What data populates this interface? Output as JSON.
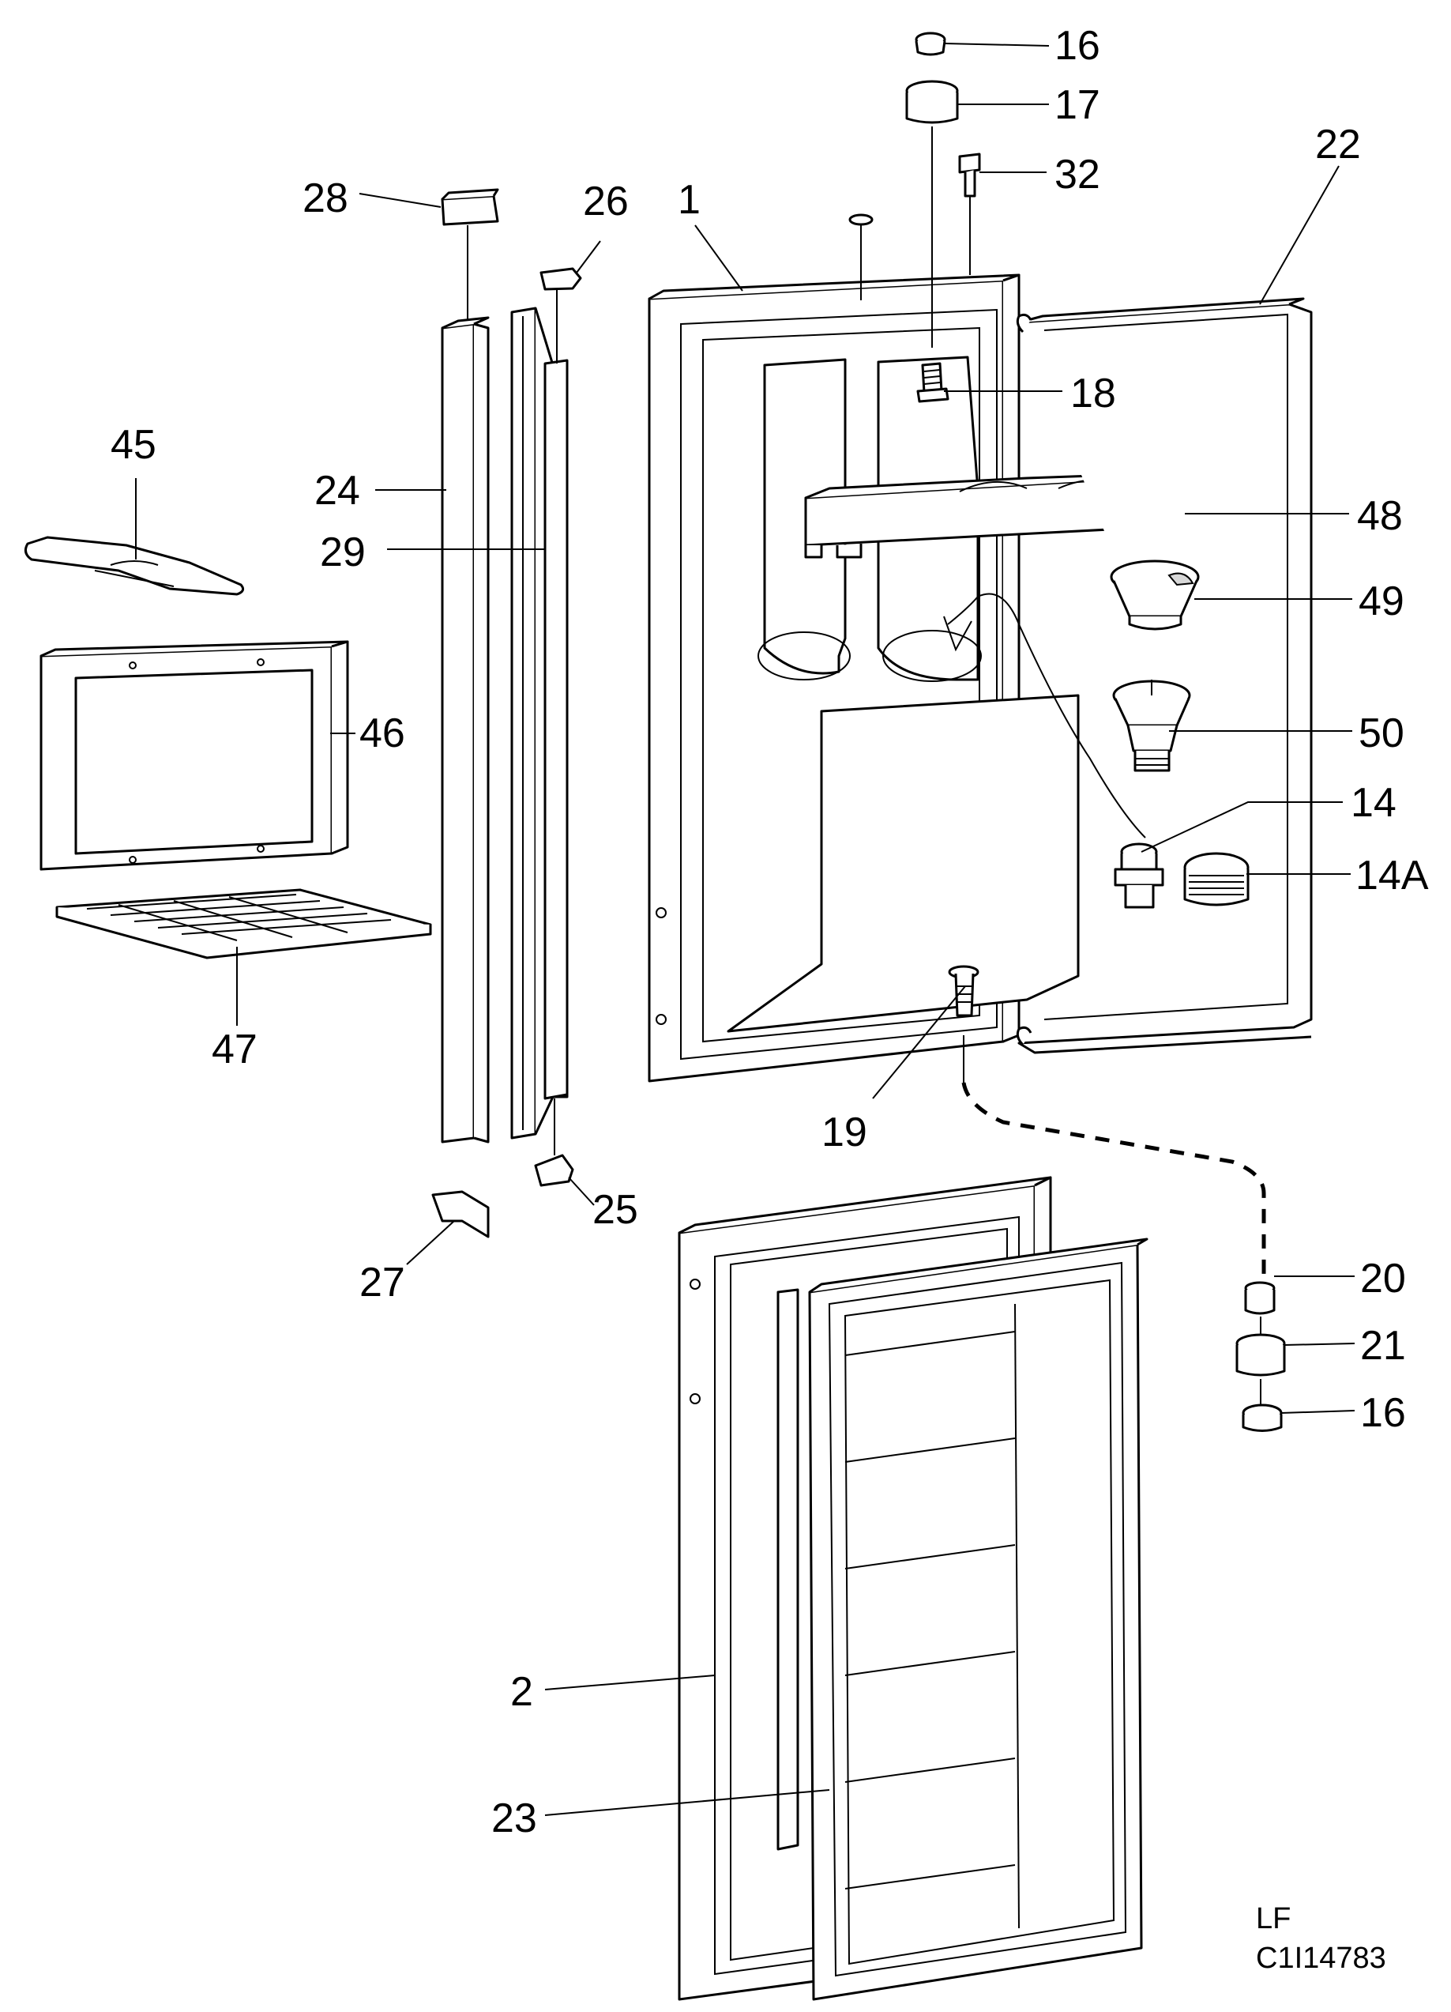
{
  "callouts": {
    "c16_top": "16",
    "c17": "17",
    "c32": "32",
    "c22": "22",
    "c28": "28",
    "c26": "26",
    "c1": "1",
    "c18": "18",
    "c45": "45",
    "c24": "24",
    "c29": "29",
    "c48": "48",
    "c49": "49",
    "c46": "46",
    "c50": "50",
    "c14": "14",
    "c14a": "14A",
    "c47": "47",
    "c19": "19",
    "c25": "25",
    "c27": "27",
    "c20": "20",
    "c21": "21",
    "c16_bottom": "16",
    "c2": "2",
    "c23": "23"
  },
  "drawing_code": {
    "line1": "LF",
    "line2": "C1I14783"
  }
}
